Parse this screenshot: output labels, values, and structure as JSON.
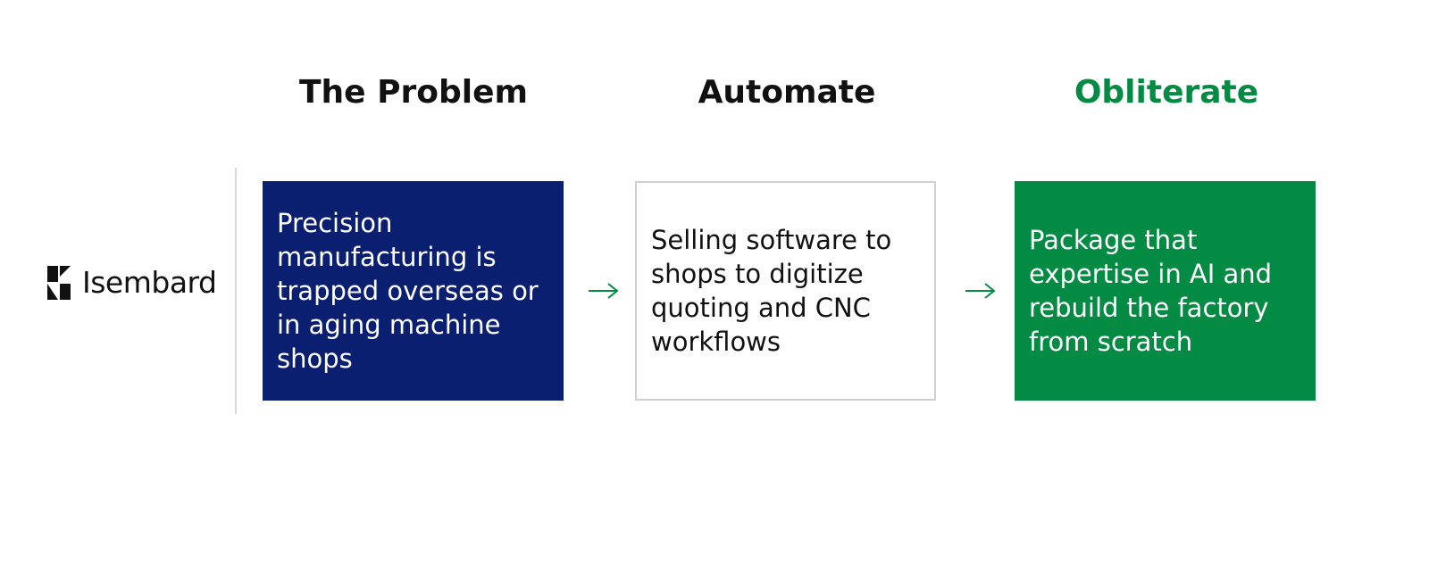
{
  "colors": {
    "navy": "#0a1f70",
    "green": "#038a43",
    "text": "#111111",
    "border": "#d0d0d0"
  },
  "logo": {
    "name": "Isembard",
    "icon": "isembard-logo-mark"
  },
  "steps": [
    {
      "title": "The Problem",
      "text": "Precision manufacturing is trapped overseas or in aging machine shops",
      "title_color": "#111111",
      "box_fill": "#0a1f70"
    },
    {
      "title": "Automate",
      "text": "Selling software to shops to digitize quoting and CNC workflows",
      "title_color": "#111111",
      "box_fill": "#ffffff"
    },
    {
      "title": "Obliterate",
      "text": "Package that expertise in AI and rebuild the factory from scratch",
      "title_color": "#038a43",
      "box_fill": "#038a43"
    }
  ],
  "arrows": {
    "icon": "arrow-right-icon",
    "color": "#038a43"
  }
}
